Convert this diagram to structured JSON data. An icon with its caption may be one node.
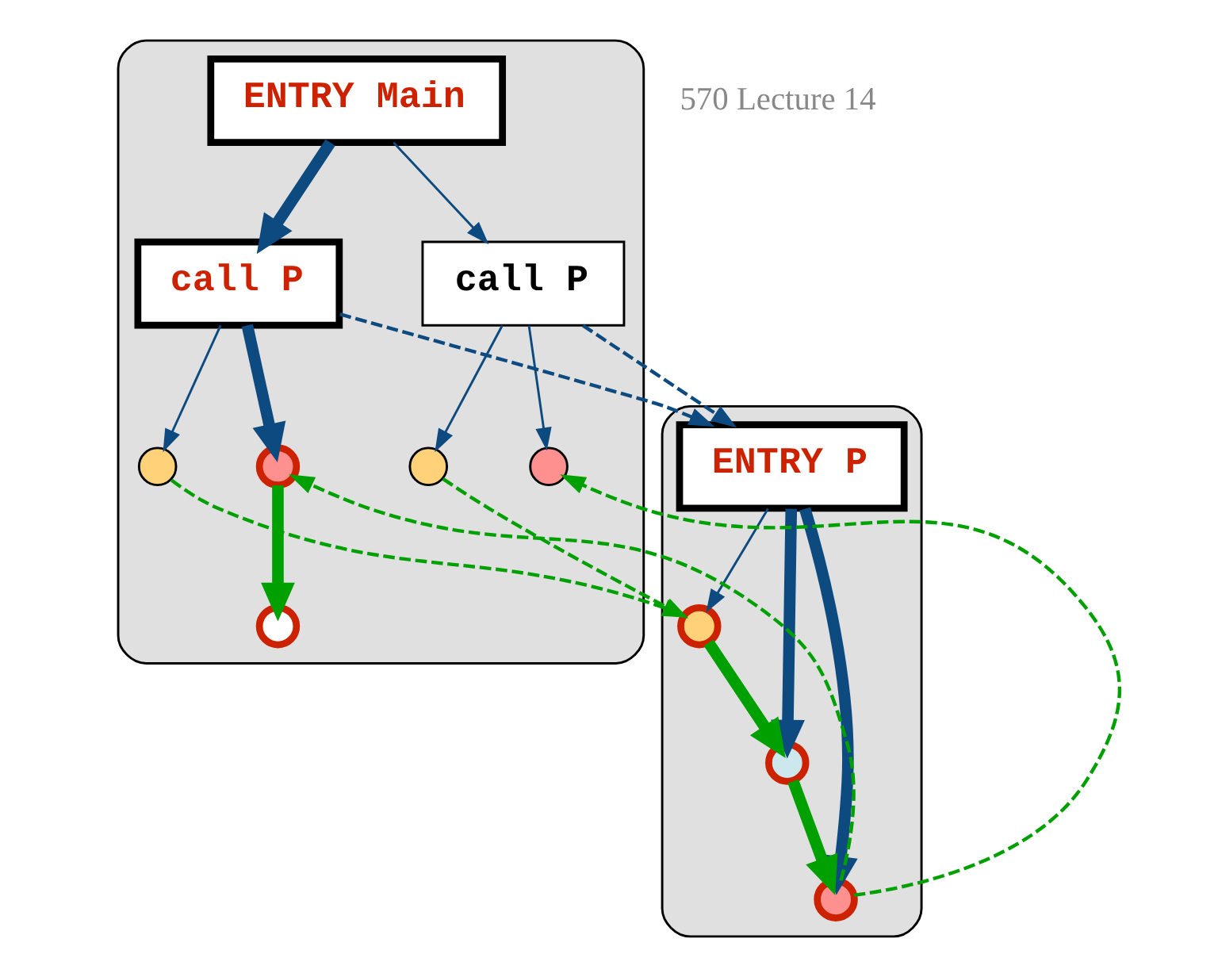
{
  "diagram": {
    "nodes": [
      {
        "text": [],
        "shape": "ellipse"
      },
      {
        "text": [
          "ENTRY Main"
        ],
        "in": 0
      },
      {
        "text": [
          "call P"
        ],
        "in": 0
      },
      {
        "text": [
          "call P"
        ],
        "in": 0
      },
      {
        "text": [],
        "shape": "circle",
        "in": 0
      },
      {
        "text": [],
        "shape": "circle",
        "in": 0
      },
      {
        "text": [],
        "shape": "circle",
        "in": 0
      },
      {
        "text": [],
        "shape": "circle",
        "in": 0
      },
      {
        "text": [],
        "shape": "circle",
        "in": 0
      },
      {
        "text": [],
        "shape": "ellipse"
      },
      {
        "text": [
          "ENTRY P"
        ],
        "in": 9
      },
      {
        "text": [],
        "shape": "circle",
        "in": 9
      },
      {
        "text": [],
        "shape": "circle",
        "in": 9
      },
      {
        "text": [],
        "shape": "circle",
        "in": 9
      }
    ],
    "edges": [
      {
        "from": 1,
        "to": 2,
        "arrow": "to",
        "style": "thick"
      },
      {
        "from": 1,
        "to": 3,
        "arrow": "to"
      },
      {
        "from": 2,
        "to": 4,
        "arrow": "to"
      },
      {
        "from": 2,
        "to": 5,
        "arrow": "to",
        "style": "thick"
      },
      {
        "from": 5,
        "to": 6,
        "arrow": "to",
        "style": "thick",
        "color": "#00a000"
      },
      {
        "from": 3,
        "to": 7,
        "arrow": "to"
      },
      {
        "from": 3,
        "to": 8,
        "arrow": "to"
      },
      {
        "from": 2,
        "to": 10,
        "arrow": "to",
        "style": "dashed"
      },
      {
        "from": 3,
        "to": 10,
        "arrow": "to",
        "style": "dashed"
      },
      {
        "from": 10,
        "to": 11,
        "arrow": "to"
      },
      {
        "from": 10,
        "to": 12,
        "arrow": "to",
        "style": "thick"
      },
      {
        "from": 10,
        "to": 13,
        "arrow": "to",
        "style": "thick"
      },
      {
        "from": 11,
        "to": 12,
        "arrow": "to",
        "style": "thick",
        "color": "#00a000"
      },
      {
        "from": 12,
        "to": 13,
        "arrow": "to",
        "style": "thick",
        "color": "#00a000"
      },
      {
        "from": 4,
        "to": 11,
        "arrow": "to",
        "style": "dashed",
        "color": "#00a000"
      },
      {
        "from": 7,
        "to": 11,
        "arrow": "to",
        "style": "dashed",
        "color": "#00a000"
      },
      {
        "from": 13,
        "to": 8,
        "arrow": "to",
        "style": "dashed",
        "color": "#00a000"
      },
      {
        "from": 13,
        "to": 5,
        "arrow": "to",
        "style": "dashed",
        "color": "#00a000"
      }
    ],
    "labels": [
      "570 Lecture 14"
    ]
  }
}
